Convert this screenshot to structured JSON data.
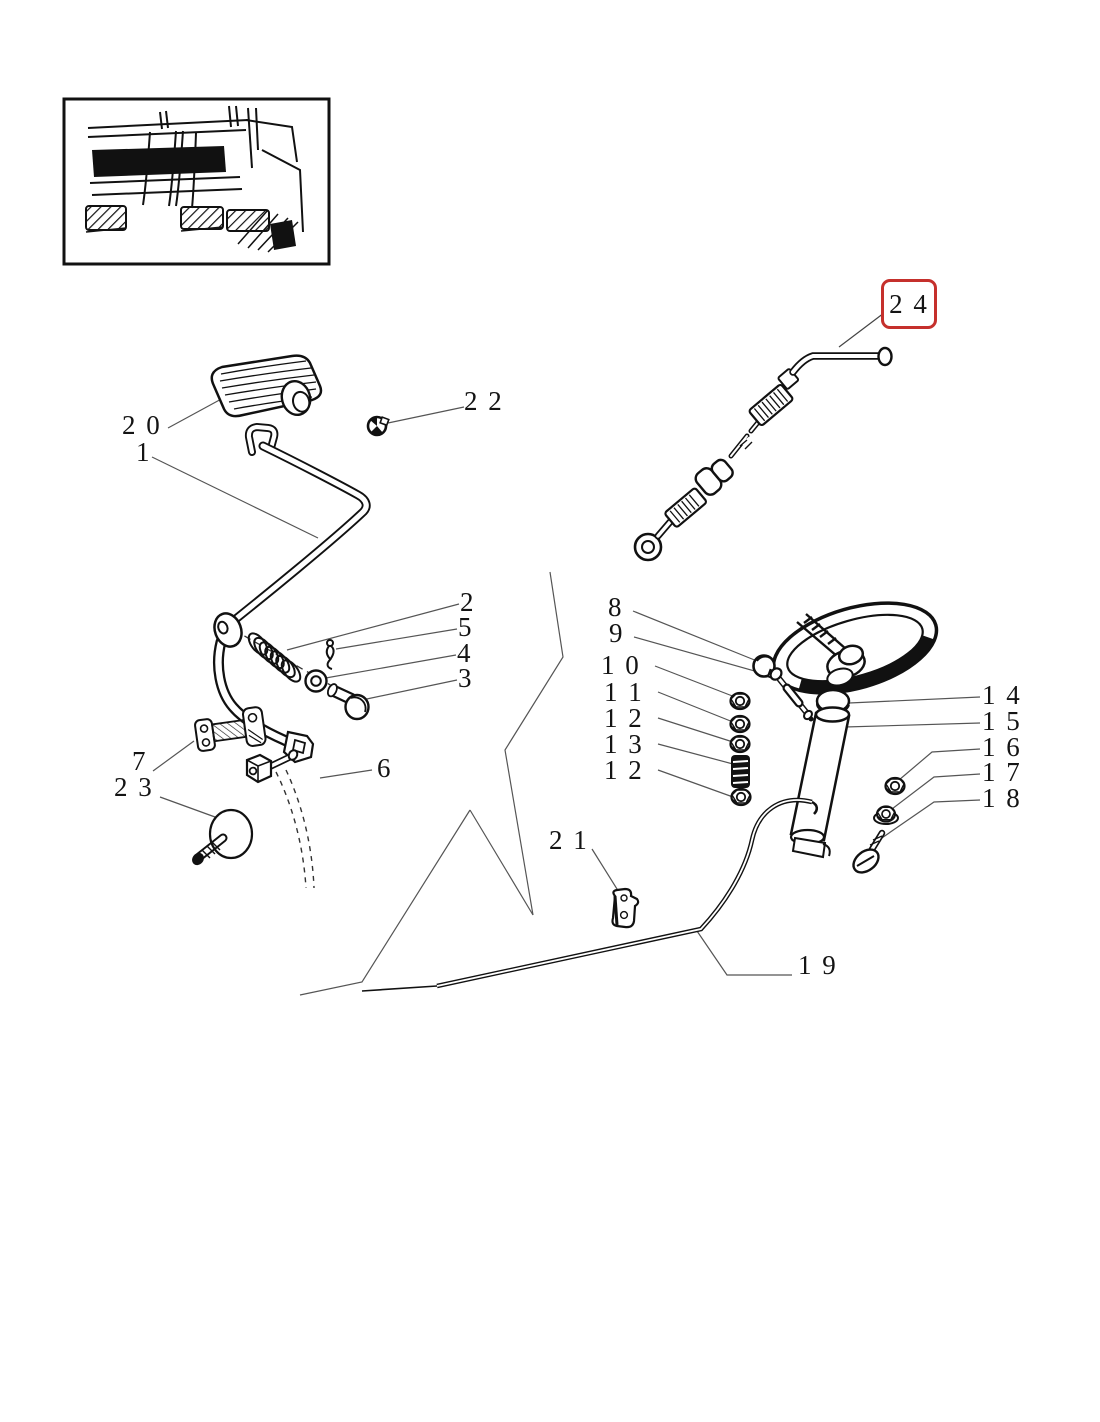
{
  "page": {
    "background": "#ffffff",
    "kind": "exploded parts diagram"
  },
  "colors": {
    "highlight_border": "#c5302c",
    "line": "#1a1a1a",
    "leader": "#555555",
    "paper": "#ffffff"
  },
  "highlighted_callout": {
    "part": "24",
    "text": "2 4"
  },
  "callouts": [
    {
      "part": "20",
      "text": "2 0"
    },
    {
      "part": "1",
      "text": "1"
    },
    {
      "part": "22",
      "text": "2 2"
    },
    {
      "part": "2",
      "text": "2"
    },
    {
      "part": "5",
      "text": "5"
    },
    {
      "part": "4",
      "text": "4"
    },
    {
      "part": "3",
      "text": "3"
    },
    {
      "part": "7",
      "text": "7"
    },
    {
      "part": "23",
      "text": "2 3"
    },
    {
      "part": "6",
      "text": "6"
    },
    {
      "part": "8",
      "text": "8"
    },
    {
      "part": "9",
      "text": "9"
    },
    {
      "part": "10",
      "text": "1 0"
    },
    {
      "part": "11",
      "text": "1 1"
    },
    {
      "part": "12",
      "text": "1 2"
    },
    {
      "part": "13",
      "text": "1 3"
    },
    {
      "part": "12b",
      "text": "1 2"
    },
    {
      "part": "21",
      "text": "2 1"
    },
    {
      "part": "14",
      "text": "1 4"
    },
    {
      "part": "15",
      "text": "1 5"
    },
    {
      "part": "16",
      "text": "1 6"
    },
    {
      "part": "17",
      "text": "1 7"
    },
    {
      "part": "18",
      "text": "1 8"
    },
    {
      "part": "19",
      "text": "1 9"
    }
  ]
}
